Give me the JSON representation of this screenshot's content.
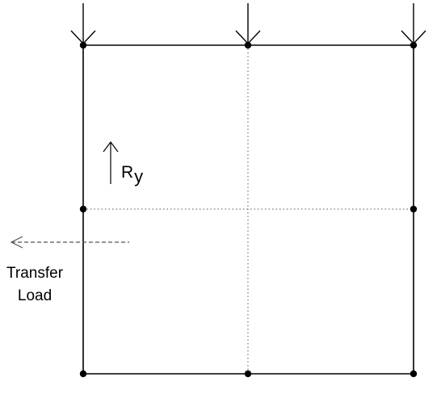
{
  "labels": {
    "transfer_line1": "Transfer",
    "transfer_line2": "Load",
    "reaction_symbol": "R",
    "reaction_subscript": "y"
  },
  "colors": {
    "line": "#000000",
    "dotted": "#777777",
    "dashed": "#555555",
    "background": "#ffffff"
  },
  "icons": {
    "load_arrows": "down-arrow-icon",
    "reaction_arrow": "up-arrow-icon",
    "transfer_arrow": "left-arrow-icon"
  }
}
